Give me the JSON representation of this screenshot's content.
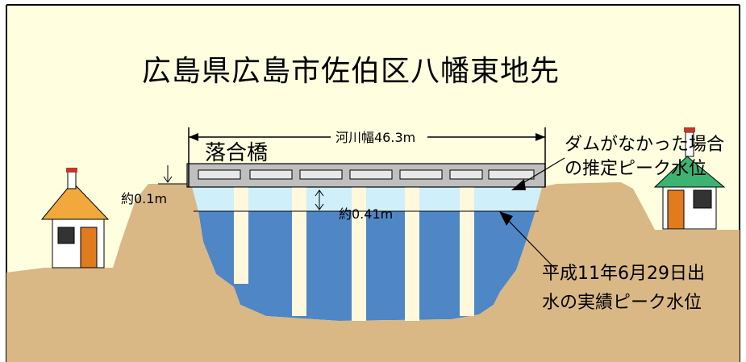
{
  "title": "広島県広島市佐伯区八幡東地先",
  "bridge_name": "落合橋",
  "river_width_label": "河川幅46.3m",
  "left_gap_label": "約0.1m",
  "depth_label": "約0.41m",
  "no_dam_label_line1": "ダムがなかった場合",
  "no_dam_label_line2": "の推定ピーク水位",
  "actual_label_line1": "平成11年6月29日出",
  "actual_label_line2": "水の実績ピーク水位",
  "colors": {
    "background_panel": "#FFFFE0",
    "border": "#000000",
    "ground": "#D9B886",
    "water": "#4F86C6",
    "water_upper": "#CFEFFA",
    "bridge_deck": "#BFBFBF",
    "pier": "#FFF8DC",
    "roof_left": "#F2A83C",
    "roof_right": "#3CB371",
    "door": "#E07B1E",
    "chimney": "#C0392B"
  }
}
